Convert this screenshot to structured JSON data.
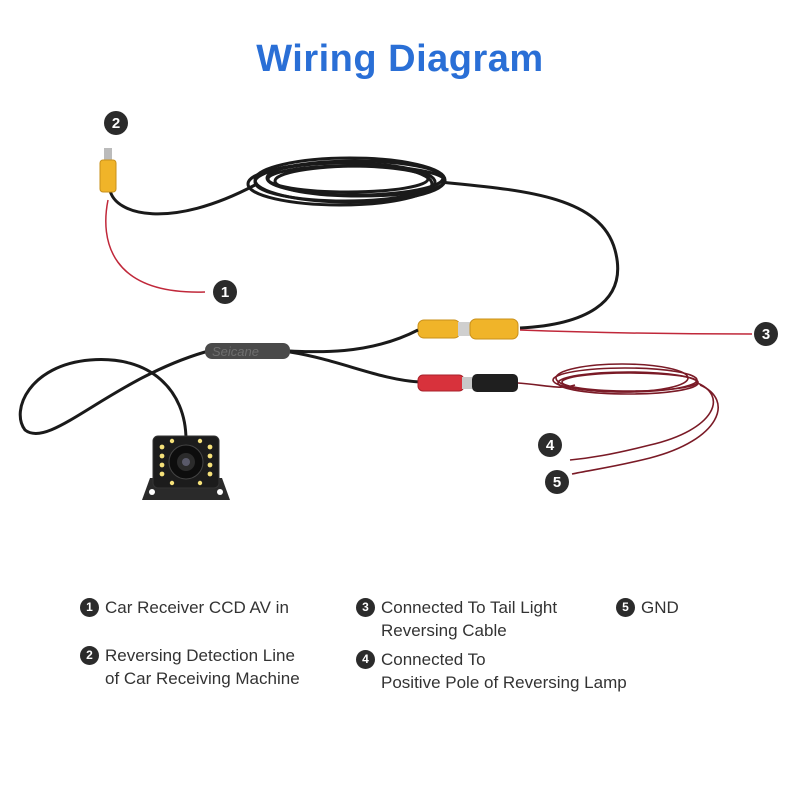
{
  "title": "Wiring Diagram",
  "brand_watermark": "Seicane",
  "colors": {
    "title": "#2a6fd6",
    "marker": "#2b2b2b",
    "cable": "#1a1a1a",
    "red_wire": "#c0283a",
    "rca_yellow": "#f0b429",
    "rca_red": "#d8323c"
  },
  "markers": [
    {
      "id": "1",
      "label": "1"
    },
    {
      "id": "2",
      "label": "2"
    },
    {
      "id": "3",
      "label": "3"
    },
    {
      "id": "4",
      "label": "4"
    },
    {
      "id": "5",
      "label": "5"
    }
  ],
  "legend": [
    {
      "number": "1",
      "lines": [
        "Car Receiver CCD AV in"
      ]
    },
    {
      "number": "2",
      "lines": [
        "Reversing Detection Line",
        "of Car Receiving Machine"
      ]
    },
    {
      "number": "3",
      "lines": [
        "Connected To Tail Light",
        "Reversing Cable"
      ]
    },
    {
      "number": "4",
      "lines": [
        "Connected To",
        "Positive Pole of Reversing Lamp"
      ]
    },
    {
      "number": "5",
      "lines": [
        "GND"
      ]
    }
  ]
}
